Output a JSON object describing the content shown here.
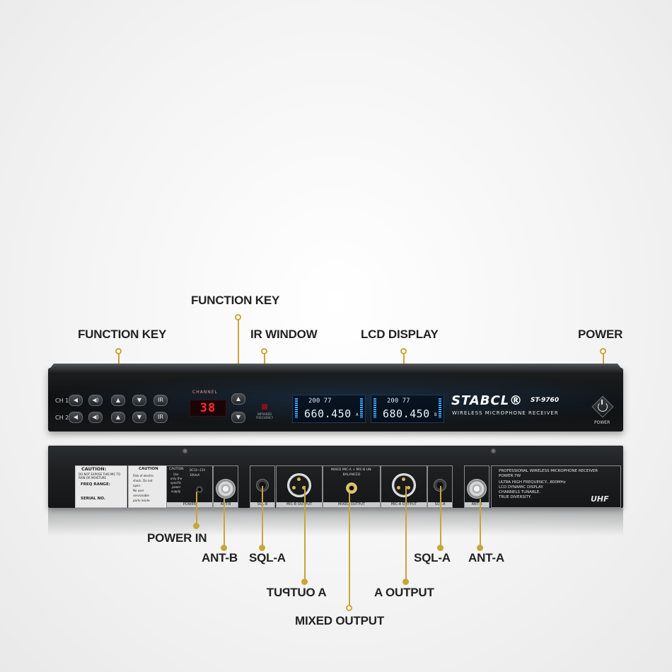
{
  "callouts": {
    "function_key_top": "FUNCTION KEY",
    "function_key_left": "FUNCTION KEY",
    "ir_window": "IR WINDOW",
    "lcd_display": "LCD DISPLAY",
    "power": "POWER",
    "power_in": "POWER IN",
    "ant_b": "ANT-B",
    "sql_a_left": "SQL-A",
    "a_output_mirrored": "A OUTPUT",
    "mixed_output": "MIXED OUTPUT",
    "a_output": "A OUTPUT",
    "sql_a_right": "SQL-A",
    "ant_a": "ANT-A"
  },
  "front_panel": {
    "ch1_label": "CH 1",
    "ch2_label": "CH 2",
    "buttons": {
      "mute": "◀",
      "vol": "◀)",
      "up": "▲",
      "down": "▼",
      "ir": "IR"
    },
    "channel_title": "CHANNEL",
    "channel_value": "38",
    "ir_text": "INFRARED FREQUENCY",
    "lcd_a": {
      "code": "200 77",
      "freq": "660.450",
      "label": "A"
    },
    "lcd_b": {
      "code": "200 77",
      "freq": "680.450",
      "label": "B"
    },
    "brand": "STABCL®",
    "model": "ST-9760",
    "subtitle": "WIRELESS MICROPHONE RECEIVER",
    "power_label": "POWER"
  },
  "rear_panel": {
    "caution_title": "CAUTION:",
    "caution_line": "DO NOT EXPOSE THIS MIC TO RAIN OR MOISTURE",
    "freq_range": "FREQ RANGE:",
    "serial_no": "SERIAL NO.",
    "caution_box_title": "CAUTION",
    "caution_box_lines": [
      "Risk of electric",
      "shock. Do not",
      "open.",
      "No user",
      "serviceable",
      "parts inside."
    ],
    "power_caution_title": "CAUTION",
    "power_caution_lines": [
      "Use",
      "only the",
      "specific",
      "power",
      "supply"
    ],
    "power_spec": "DC12~15V 300mA",
    "power_label": "POWER",
    "ant_b_label": "ANT-B",
    "sql_b_label": "SQL-B",
    "mic_b_output": "MIC-B OUTPUT",
    "mixed_text": "MIXED MIC-A + MIC-B UN-BALANCED",
    "mixed_output": "MIXED OUTPUT",
    "mic_a_output": "MIC-A OUTPUT",
    "sql_a_label": "SQL-A",
    "ant_a_label": "ANT-A",
    "info_lines": [
      "PROFESSIONAL WIRELESS MICROPHONE RECEIVER",
      "POWER:7W",
      "ULTRA HIGH FREQUENCY...800MHz",
      "LCD DYNAMIC DISPLAY.",
      "CHANNELS TUNABLE.",
      "TRUE DIVERSITY."
    ],
    "uhf": "UHF"
  },
  "colors": {
    "accent": "#c9a53a",
    "display_red": "#ff2a2a",
    "lcd_text": "#e8f3ff"
  }
}
